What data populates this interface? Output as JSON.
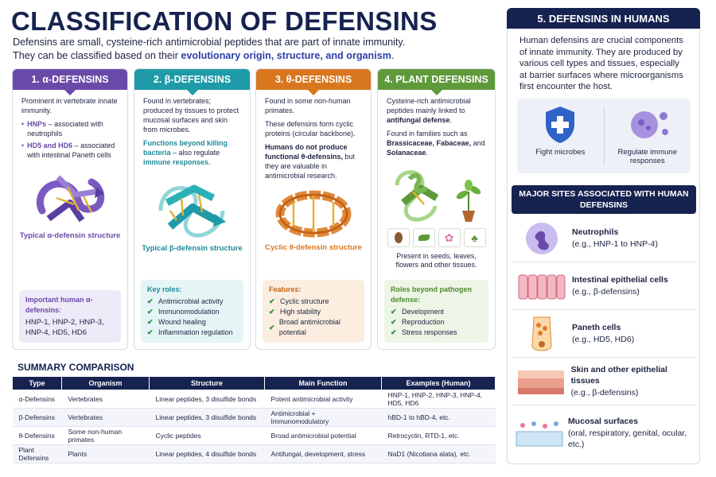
{
  "title": "CLASSIFICATION OF DEFENSINS",
  "intro": {
    "line1": "Defensins are small, cysteine-rich antimicrobial peptides that are part of innate immunity.",
    "line2_prefix": "They can be classified based on their ",
    "line2_hl": "evolutionary origin, structure, and organism",
    "line2_suffix": "."
  },
  "colors": {
    "alpha": "#6a4aa8",
    "beta": "#1f9aa8",
    "theta": "#d9771f",
    "plant": "#5f9a3a",
    "navy": "#16224f"
  },
  "cards": {
    "alpha": {
      "header": "1. α-DEFENSINS",
      "p1": "Prominent in vertebrate innate immunity.",
      "b1_strong": "HNPs",
      "b1_rest": " – associated with neutrophils",
      "b2_strong": "HD5 and HD6",
      "b2_rest": " – associated with intestinal Paneth cells",
      "caption": "Typical α-defensin structure",
      "box_title": "Important human α-defensins:",
      "box_text": "HNP-1, HNP-2, HNP-3, HNP-4, HD5, HD6"
    },
    "beta": {
      "header": "2. β-DEFENSINS",
      "p1": "Found in vertebrates; produced by tissues to protect mucosal surfaces and skin from microbes.",
      "p2_strong": "Functions beyond killing bacteria",
      "p2_rest": " – also regulate ",
      "p2_strong2": "immune responses",
      "p2_end": ".",
      "caption": "Typical β-defensin structure",
      "box_title": "Key roles:",
      "roles": [
        "Antimicrobial activity",
        "Immunomodulation",
        "Wound healing",
        "Inflammation regulation"
      ]
    },
    "theta": {
      "header": "3. θ-DEFENSINS",
      "p1": "Found in some non-human primates.",
      "p2": "These defensins form cyclic proteins (circular backbone).",
      "p3_strong": "Humans do not produce functional θ-defensins,",
      "p3_rest": " but they are valuable in antimicrobial research.",
      "caption": "Cyclic θ-defensin structure",
      "box_title": "Features:",
      "features": [
        "Cyclic structure",
        "High stability",
        "Broad antimicrobial potential"
      ]
    },
    "plant": {
      "header": "4. PLANT DEFENSINS",
      "p1": "Cysteine-rich antimicrobial peptides mainly linked to ",
      "p1_strong": "antifungal defense",
      "p1_end": ".",
      "p2": "Found in families such as ",
      "p2_strong": "Brassicaceae, Fabaceae,",
      "p2_mid": " and ",
      "p2_strong2": "Solanaceae",
      "p2_end": ".",
      "present": "Present in seeds, leaves, flowers and other tissues.",
      "box_title": "Roles beyond pathogen defense:",
      "roles": [
        "Development",
        "Reproduction",
        "Stress responses"
      ]
    }
  },
  "summary": {
    "title": "SUMMARY COMPARISON",
    "headers": [
      "Type",
      "Organism",
      "Structure",
      "Main Function",
      "Examples (Human)"
    ],
    "rows": [
      [
        "α-Defensins",
        "Vertebrates",
        "Linear peptides, 3 disulfide bonds",
        "Potent antimicrobial activity",
        "HNP-1, HNP-2, HNP-3, HNP-4, HD5, HD6"
      ],
      [
        "β-Defensins",
        "Vertebrates",
        "Linear peptides, 3 disulfide bonds",
        "Antimicrobial + Immunomodulatory",
        "hBD-1 to hBD-4, etc."
      ],
      [
        "θ-Defensins",
        "Some non-human primates",
        "Cyclic peptides",
        "Broad antimicrobial potential",
        "Retrocyclin, RTD-1, etc."
      ],
      [
        "Plant Defensins",
        "Plants",
        "Linear peptides, 4 disulfide bonds",
        "Antifungal, development, stress",
        "NaD1 (Nicotiana alata), etc."
      ]
    ]
  },
  "humans": {
    "header": "5. DEFENSINS IN HUMANS",
    "text": "Human defensins are crucial components of innate immunity. They are produced by various cell types and tissues, especially at barrier surfaces where microorganisms first encounter the host.",
    "icon1": "Fight microbes",
    "icon2": "Regulate immune responses",
    "sites_header": "MAJOR SITES ASSOCIATED WITH HUMAN DEFENSINS",
    "sites": [
      {
        "name": "Neutrophils",
        "detail": "(e.g., HNP-1 to HNP-4)"
      },
      {
        "name": "Intestinal epithelial cells",
        "detail": "(e.g., β-defensins)"
      },
      {
        "name": "Paneth cells",
        "detail": "(e.g., HD5, HD6)"
      },
      {
        "name": "Skin and other epithelial tissues",
        "detail": "(e.g., β-defensins)"
      },
      {
        "name": "Mucosal surfaces",
        "detail": "(oral, respiratory, genital, ocular, etc.)"
      }
    ]
  }
}
